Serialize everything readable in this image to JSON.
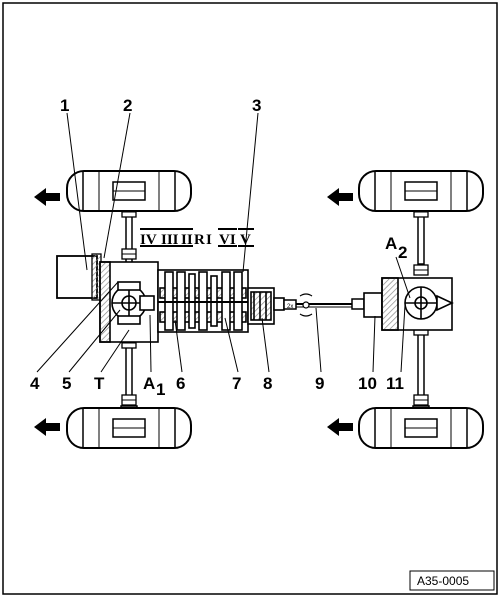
{
  "callouts": {
    "n1": "1",
    "n2": "2",
    "n3": "3",
    "n4": "4",
    "n5": "5",
    "nT": "T",
    "nA1": "A",
    "nA1sub": "1",
    "n6": "6",
    "n7": "7",
    "n8": "8",
    "n9": "9",
    "n10": "10",
    "n11": "11",
    "nA2": "A",
    "nA2sub": "2"
  },
  "gear_labels": [
    "IV",
    "III",
    "II",
    "R",
    "I",
    "VI",
    "V"
  ],
  "shaft_mark": "2x",
  "reference_code": "A35-0005",
  "colors": {
    "line": "#000000",
    "fill": "#ffffff",
    "hatch": "#9a9a9a"
  }
}
